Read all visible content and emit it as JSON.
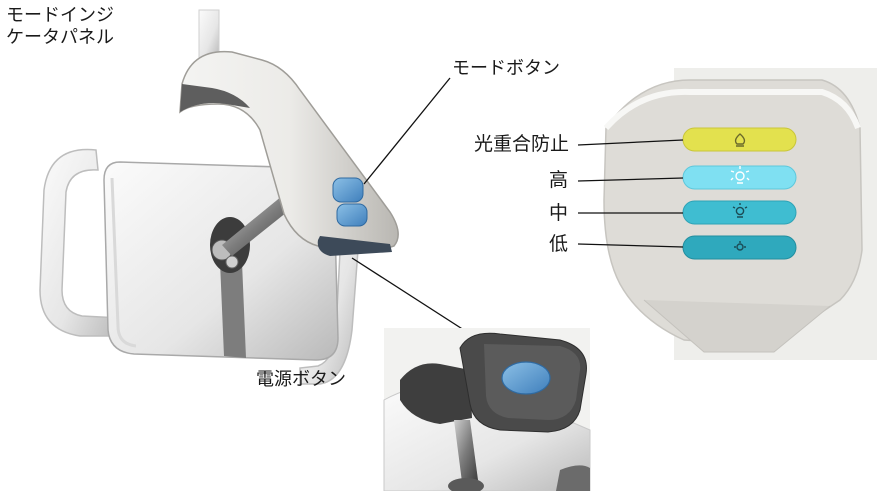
{
  "callouts": {
    "mode_indicator_panel": [
      "モードインジ",
      "ケータパネル"
    ],
    "mode_button": "モードボタン",
    "power_button": "電源ボタン"
  },
  "modes": [
    {
      "label": "光重合防止",
      "color": "#e3e14e",
      "icon": "bulb-icon"
    },
    {
      "label": "高",
      "color": "#7fe0f2",
      "icon": "bulb-bright-icon"
    },
    {
      "label": "中",
      "color": "#3fbdd1",
      "icon": "bulb-medium-icon"
    },
    {
      "label": "低",
      "color": "#2fa9bd",
      "icon": "bulb-low-icon"
    }
  ]
}
